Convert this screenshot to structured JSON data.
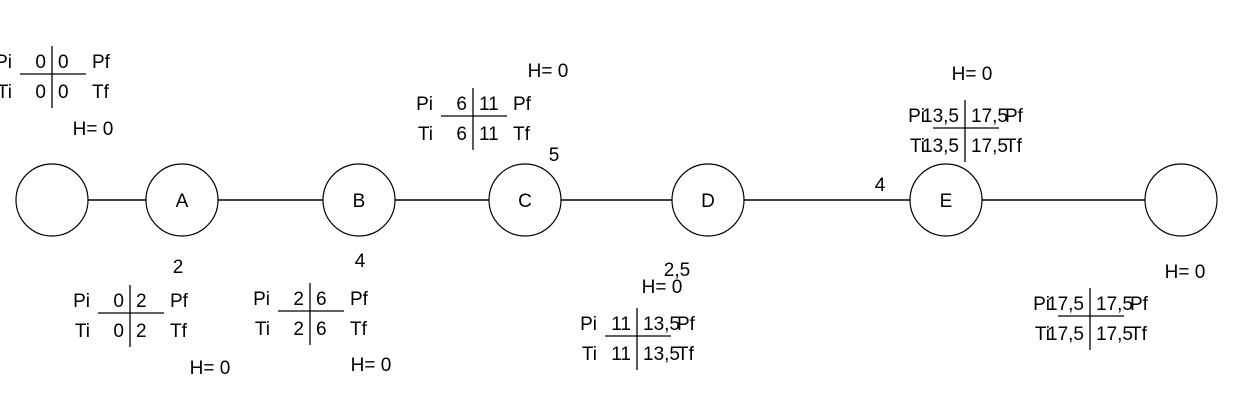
{
  "nodes": [
    {
      "id": "start",
      "label": ""
    },
    {
      "id": "A",
      "label": "A"
    },
    {
      "id": "B",
      "label": "B"
    },
    {
      "id": "C",
      "label": "C"
    },
    {
      "id": "D",
      "label": "D"
    },
    {
      "id": "E",
      "label": "E"
    },
    {
      "id": "end",
      "label": ""
    }
  ],
  "edges": [
    {
      "from": "start",
      "to": "A"
    },
    {
      "from": "A",
      "to": "B"
    },
    {
      "from": "B",
      "to": "C"
    },
    {
      "from": "C",
      "to": "D"
    },
    {
      "from": "D",
      "to": "E"
    },
    {
      "from": "E",
      "to": "end"
    }
  ],
  "durations": [
    {
      "node": "A",
      "value": "2"
    },
    {
      "node": "B",
      "value": "4"
    },
    {
      "node": "C",
      "value": "5"
    },
    {
      "node": "D",
      "value": "2,5"
    },
    {
      "node": "E",
      "value": "4"
    }
  ],
  "tables": [
    {
      "node": "start",
      "pi": "0",
      "pf": "0",
      "ti": "0",
      "tf": "0",
      "slack": "H= 0"
    },
    {
      "node": "A",
      "pi": "0",
      "pf": "2",
      "ti": "0",
      "tf": "2",
      "slack": "H= 0"
    },
    {
      "node": "B",
      "pi": "2",
      "pf": "6",
      "ti": "2",
      "tf": "6",
      "slack": "H= 0"
    },
    {
      "node": "C",
      "pi": "6",
      "pf": "11",
      "ti": "6",
      "tf": "11",
      "slack": "H= 0"
    },
    {
      "node": "D",
      "pi": "11",
      "pf": "13,5",
      "ti": "11",
      "tf": "13,5",
      "slack": "H= 0"
    },
    {
      "node": "E",
      "pi": "13,5",
      "pf": "17,5",
      "ti": "13,5",
      "tf": "17,5",
      "slack": "H= 0"
    },
    {
      "node": "end",
      "pi": "17,5",
      "pf": "17,5",
      "ti": "17,5",
      "tf": "17,5",
      "slack": "H= 0"
    }
  ],
  "row_labels": {
    "pi": "Pi",
    "pf": "Pf",
    "ti": "Ti",
    "tf": "Tf"
  }
}
